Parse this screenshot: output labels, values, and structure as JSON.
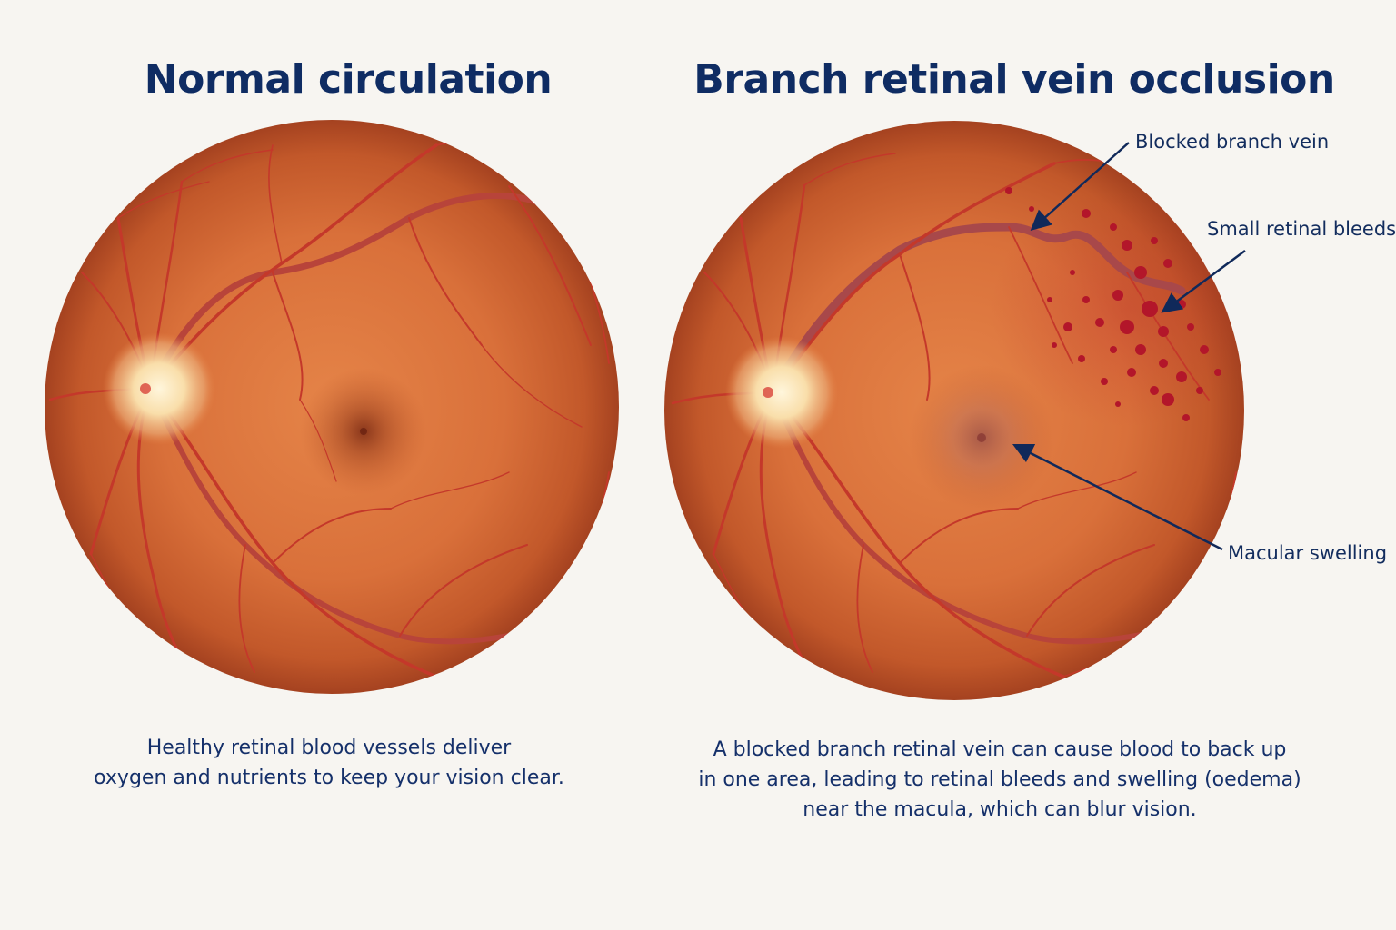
{
  "left_panel": {
    "title": "Normal circulation",
    "caption_lines": [
      "Healthy retinal blood vessels deliver",
      "oxygen and nutrients to keep your vision clear."
    ]
  },
  "right_panel": {
    "title": "Branch retinal vein occlusion",
    "callouts": {
      "blocked_vein": "Blocked branch vein",
      "retinal_bleeds": "Small retinal bleeds",
      "macular_swelling": "Macular swelling"
    },
    "caption_lines": [
      "A blocked branch retinal vein can cause blood to back up",
      "in one area, leading to retinal bleeds and swelling (oedema)",
      "near the macula, which can blur vision."
    ]
  },
  "colors": {
    "title": "#0f2c63",
    "text": "#15306a",
    "background": "#f7f5f1",
    "retina": "#d8703a",
    "vessel": "#c4382a",
    "hemorrhage": "#b3162a",
    "arrow": "#10295a"
  }
}
